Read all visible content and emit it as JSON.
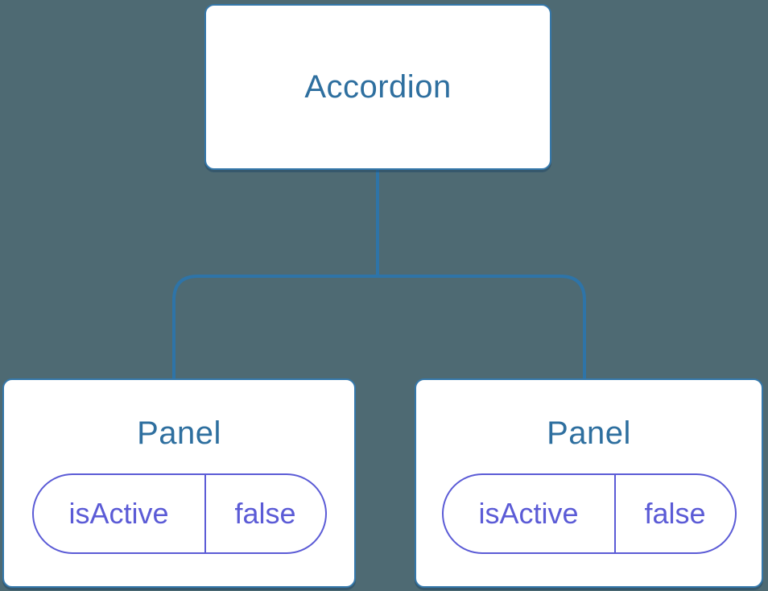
{
  "theme": {
    "canvas-bg": "#4e6a73",
    "node-bg": "#ffffff",
    "node-border": "#3578ab",
    "connector": "#2e74a8",
    "title-color": "#2e6f9f",
    "state-color": "#5b5bd6"
  },
  "tree": {
    "root": {
      "label": "Accordion"
    },
    "children": [
      {
        "label": "Panel",
        "state": {
          "key": "isActive",
          "value": "false"
        }
      },
      {
        "label": "Panel",
        "state": {
          "key": "isActive",
          "value": "false"
        }
      }
    ]
  }
}
